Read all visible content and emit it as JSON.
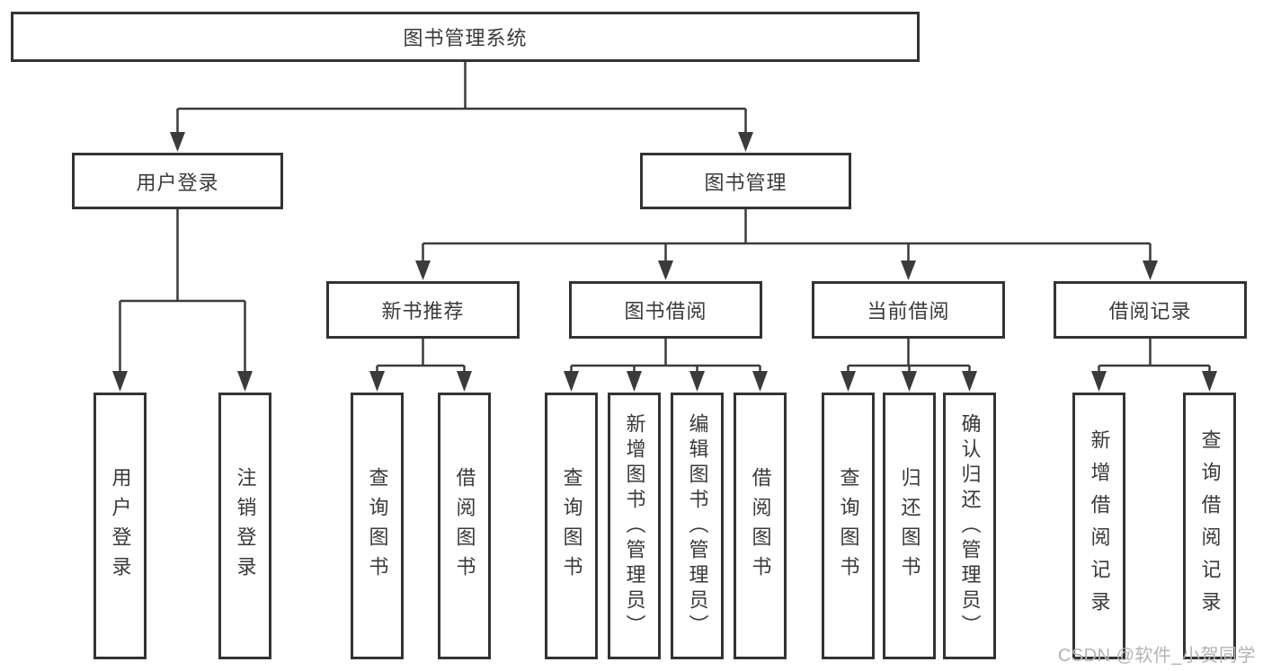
{
  "diagram": {
    "title": "图书管理系统",
    "level2": {
      "user_login": "用户登录",
      "book_management": "图书管理"
    },
    "level3": {
      "new_book_recommend": "新书推荐",
      "book_borrowing": "图书借阅",
      "current_borrowing": "当前借阅",
      "borrowing_records": "借阅记录"
    },
    "leaves": {
      "user_login": "用户登录",
      "logout_login": "注销登录",
      "nbr_query_books": "查询图书",
      "nbr_borrow_books": "借阅图书",
      "bb_query_books": "查询图书",
      "bb_add_books": "新增图书（管理员）",
      "bb_edit_books": "编辑图书（管理员）",
      "bb_borrow_books": "借阅图书",
      "cb_query_books": "查询图书",
      "cb_return_books": "归还图书",
      "cb_confirm_return": "确认归还（管理员）",
      "br_add_record": "新增借阅记录",
      "br_query_record": "查询借阅记录"
    },
    "watermark": "CSDN @软件_小贺同学",
    "colors": {
      "line": "#3b3b3b",
      "border": "#333333",
      "text": "#3a3a3a",
      "watermark": "#b3b3b3"
    }
  }
}
